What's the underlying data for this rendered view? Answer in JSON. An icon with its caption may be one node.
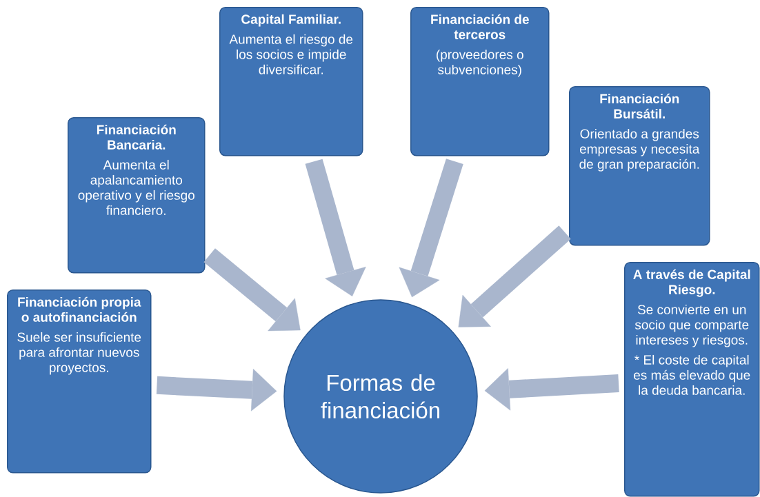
{
  "diagram": {
    "nodes": [
      {
        "text": [
          "Financiación propia o autofinanciación",
          "Suele ser insuficiente para afrontar nuevos proyectos."
        ]
      },
      {
        "text": [
          "Financiación Bancaria.",
          "Aumenta el apalancamiento operativo y el riesgo financiero."
        ]
      },
      {
        "text": [
          "Capital Familiar.",
          "Aumenta el riesgo de los socios  e impide diversificar."
        ]
      },
      {
        "text": [
          "Financiación de terceros",
          "(proveedores o subvenciones)"
        ]
      },
      {
        "text": [
          "Financiación Bursátil.",
          "Orientado a grandes empresas y necesita de gran preparación."
        ]
      },
      {
        "text": [
          "A través de Capital Riesgo.",
          "Se convierte en un socio que comparte intereses y riesgos.",
          "* El coste de capital es más elevado que la deuda bancaria."
        ]
      },
      {
        "text": [
          "Formas de financiación"
        ]
      }
    ],
    "edges": [
      {
        "from": 0,
        "to": 6,
        "arrow": "to"
      },
      {
        "from": 1,
        "to": 6,
        "arrow": "to"
      },
      {
        "from": 2,
        "to": 6,
        "arrow": "to"
      },
      {
        "from": 3,
        "to": 6,
        "arrow": "to"
      },
      {
        "from": 4,
        "to": 6,
        "arrow": "to"
      },
      {
        "from": 5,
        "to": 6,
        "arrow": "to"
      }
    ]
  }
}
